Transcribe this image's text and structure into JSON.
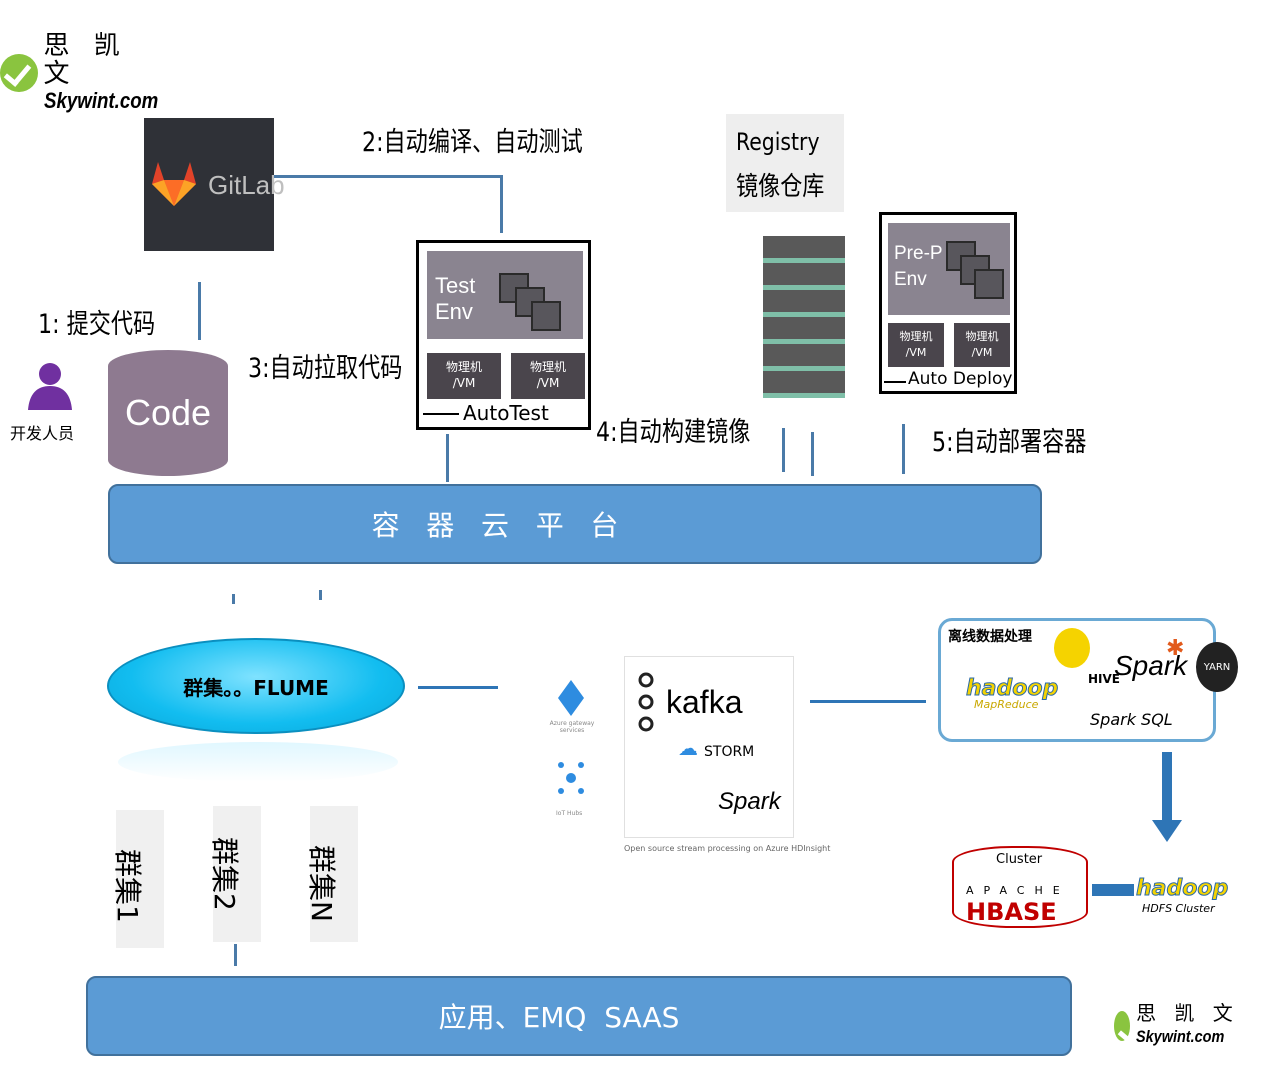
{
  "logo_top": {
    "cn": "思 凯 文",
    "en": "Skywint.com"
  },
  "logo_bottom": {
    "cn": "思 凯 文",
    "en": "Skywint.com"
  },
  "gitlab": {
    "label": "GitLab"
  },
  "steps": {
    "step1": "1:  提交代码",
    "step2": "2:自动编译、自动测试",
    "step3": "3:自动拉取代码",
    "step4": "4:自动构建镜像",
    "step5": "5:自动部署容器"
  },
  "developer": {
    "label": "开发人员"
  },
  "code_db": {
    "label": "Code"
  },
  "test_env": {
    "title_line1": "Test",
    "title_line2": "Env",
    "vm1": "物理机\n/VM",
    "vm2": "物理机\n/VM",
    "footer": "AutoTest"
  },
  "registry": {
    "line1": "Registry",
    "line2": "镜像仓库"
  },
  "preprod_env": {
    "title_line1": "Pre-P",
    "title_line2": "Env",
    "vm1": "物理机\n/VM",
    "vm2": "物理机\n/VM",
    "footer": "Auto Deploy"
  },
  "platform_band": {
    "label": "容   器   云   平   台"
  },
  "flume": {
    "label": "群集。。FLUME"
  },
  "clusters": [
    "群集1",
    "群集2",
    "群集N"
  ],
  "stream": {
    "azure_gateway": "Azure gateway services",
    "iot_hub": "IoT Hubs",
    "kafka": "kafka",
    "storm": "STORM",
    "spark": "Spark",
    "caption": "Open source stream processing on Azure HDInsight"
  },
  "bigdata": {
    "title": "离线数据处理",
    "hadoop": "hadoop",
    "mapreduce": "MapReduce",
    "hive": "HIVE",
    "spark": "Spark",
    "spark_sql": "Spark SQL",
    "yarn": "YARN",
    "cluster_label": "Cluster",
    "hbase_apache": "APACHE",
    "hbase": "HBASE",
    "hdfs": "hadoop",
    "hdfs_sub": "HDFS Cluster"
  },
  "app_band": {
    "label": "应用、EMQ  SAAS"
  },
  "colors": {
    "band_fill": "#5b9bd5",
    "band_border": "#41719c",
    "flume_fill": "#12bdf0",
    "arrow": "#4a7aa8"
  }
}
